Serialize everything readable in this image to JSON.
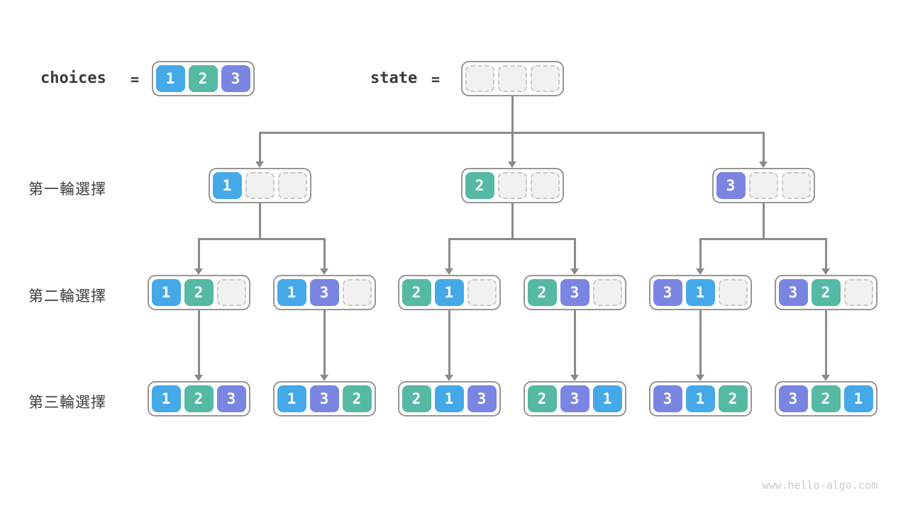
{
  "header": {
    "choices_label": "choices",
    "equals": "=",
    "choices_values": [
      "1",
      "2",
      "3"
    ],
    "state_label": "state",
    "state_empty_cells": 3
  },
  "round_labels": [
    "第一輪選擇",
    "第二輪選擇",
    "第三輪選擇"
  ],
  "tree": {
    "level1": [
      [
        "1",
        null,
        null
      ],
      [
        "2",
        null,
        null
      ],
      [
        "3",
        null,
        null
      ]
    ],
    "level2": [
      [
        "1",
        "2",
        null
      ],
      [
        "1",
        "3",
        null
      ],
      [
        "2",
        "1",
        null
      ],
      [
        "2",
        "3",
        null
      ],
      [
        "3",
        "1",
        null
      ],
      [
        "3",
        "2",
        null
      ]
    ],
    "level3": [
      [
        "1",
        "2",
        "3"
      ],
      [
        "1",
        "3",
        "2"
      ],
      [
        "2",
        "1",
        "3"
      ],
      [
        "2",
        "3",
        "1"
      ],
      [
        "3",
        "1",
        "2"
      ],
      [
        "3",
        "2",
        "1"
      ]
    ]
  },
  "colors": {
    "choice_1": "#45a9e8",
    "choice_2": "#55b9a4",
    "choice_3": "#7a85e2",
    "edge": "#8b8b8b",
    "text": "#3a3a3a"
  },
  "watermark": "www.hello-algo.com"
}
